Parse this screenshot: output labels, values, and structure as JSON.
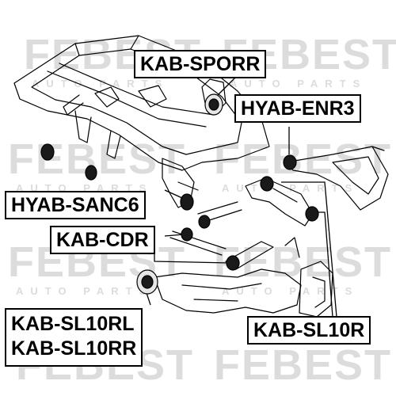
{
  "watermark": {
    "brand": "FEBEST",
    "tagline": "AUTO PARTS"
  },
  "colors": {
    "line": "#000000",
    "bushing": "#1a1a1a",
    "watermark": "#dcdcdc",
    "background": "#ffffff"
  },
  "labels": {
    "sporr": "KAB-SPORR",
    "enr3": "HYAB-ENR3",
    "sanc6": "HYAB-SANC6",
    "cdr": "KAB-CDR",
    "sl10rl": "KAB-SL10RL",
    "sl10rr": "KAB-SL10RR",
    "sl10r": "KAB-SL10R"
  }
}
